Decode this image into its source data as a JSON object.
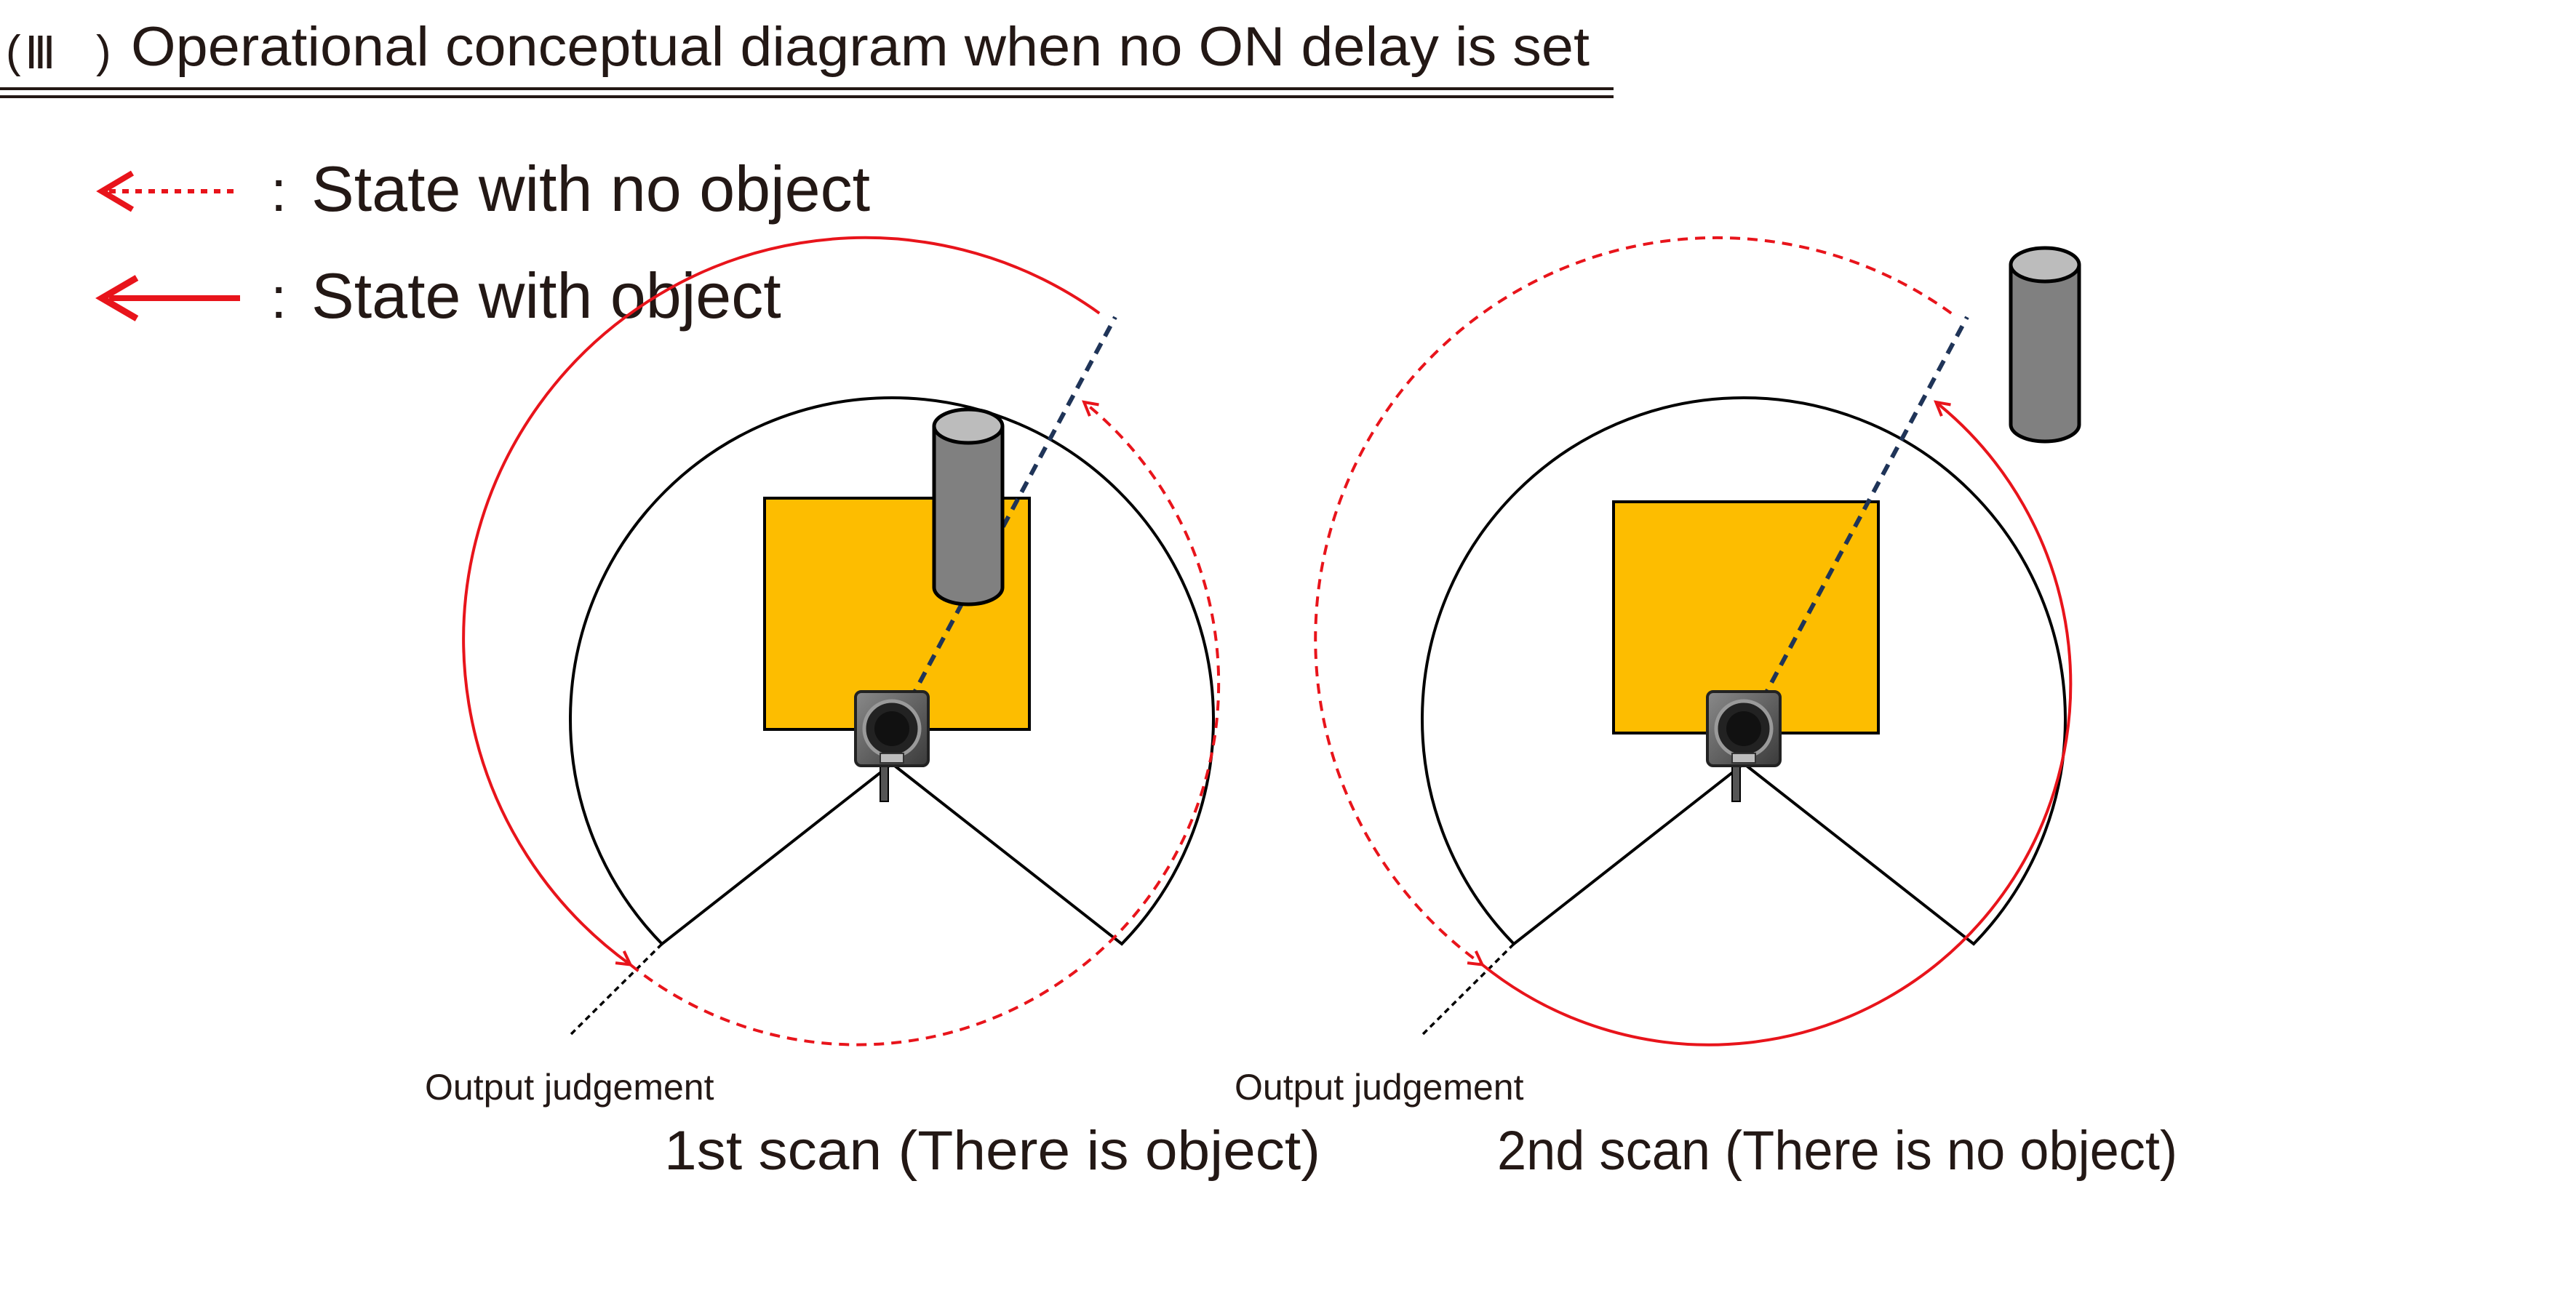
{
  "header": {
    "roman": "Ⅲ",
    "title": "Operational conceptual diagram when no ON delay is set"
  },
  "legend": {
    "no_object": "State with no object",
    "with_object": "State with object"
  },
  "scans": [
    {
      "output_label": "Output judgement",
      "caption": "1st scan (There is object)"
    },
    {
      "output_label": "Output judgement",
      "caption": "2nd scan (There is no object)"
    }
  ],
  "colors": {
    "arrow_red": "#e8141b",
    "area_yellow": "#fdbd00",
    "dash_navy": "#1f3458",
    "cylinder_body": "#808080",
    "cylinder_top": "#bcbcbc"
  }
}
